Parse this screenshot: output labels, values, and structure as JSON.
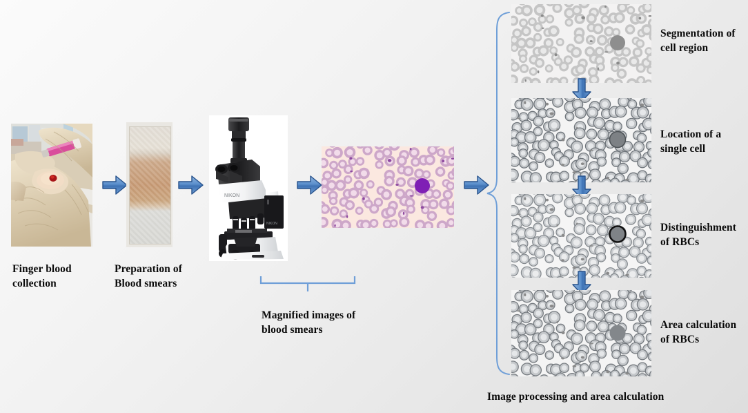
{
  "figure": {
    "type": "workflow-diagram",
    "background_color": "#efefef",
    "accent_color": "#4a7ebb",
    "brace_color": "#6f9fd8"
  },
  "steps": [
    {
      "id": "finger-blood-collection",
      "label_line1": "Finger blood",
      "label_line2": "collection",
      "image": "photograph of gloved hands performing finger prick with pink lancet"
    },
    {
      "id": "preparation-of-blood-smears",
      "label_line1": "Preparation of",
      "label_line2": "Blood smears",
      "image": "glass microscope slide with dried blood smear"
    },
    {
      "id": "microscope",
      "label_line1": "",
      "label_line2": "",
      "image": "trinocular optical microscope with digital camera"
    },
    {
      "id": "magnified-blood-smear",
      "label_line1": "Magnified images of",
      "label_line2": "blood smears",
      "image": "stained blood smear micrograph with red blood cells and one white blood cell"
    }
  ],
  "bracket_label": {
    "line1": "Magnified images of",
    "line2": "blood smears"
  },
  "processing": {
    "group_label": "Image processing and area calculation",
    "panels": [
      {
        "id": "segmentation-of-cell-region",
        "line1": "Segmentation of",
        "line2": "cell region",
        "image": "grayscale blood smear showing segmented cell regions"
      },
      {
        "id": "location-of-a-single-cell",
        "line1": "Location of a",
        "line2": "single cell",
        "image": "grayscale blood smear with individual cell boundaries outlined"
      },
      {
        "id": "distinguishment-of-rbcs",
        "line1": "Distinguishment",
        "line2": "of RBCs",
        "image": "grayscale blood smear with white blood cell ringed in black"
      },
      {
        "id": "area-calculation-of-rbcs",
        "line1": "Area calculation",
        "line2": "of RBCs",
        "image": "grayscale blood smear with computed cell areas"
      }
    ]
  },
  "arrows": {
    "right_arrow_icon": "arrow-right-icon",
    "down_arrow_icon": "arrow-down-icon",
    "brace_icon": "curly-brace-icon",
    "bracket_icon": "horizontal-bracket-icon",
    "count_right": 4,
    "count_down": 3
  }
}
